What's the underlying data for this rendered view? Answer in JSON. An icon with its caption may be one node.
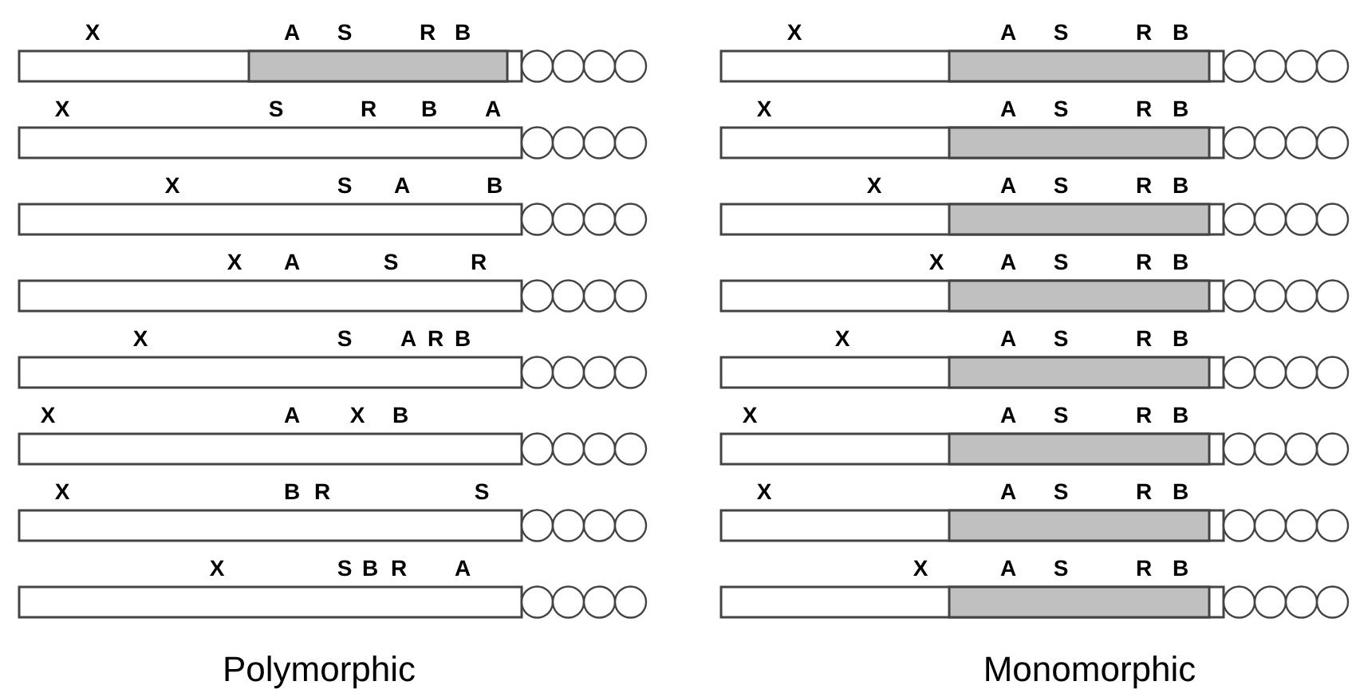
{
  "diagram": {
    "labels": [
      "X",
      "A",
      "S",
      "R",
      "B",
      "X",
      "S",
      "R",
      "B",
      "A",
      "X",
      "S",
      "A",
      "B",
      "X",
      "A",
      "S",
      "R",
      "X",
      "S",
      "A",
      "R",
      "B",
      "X",
      "A",
      "X",
      "B",
      "X",
      "B",
      "R",
      "S",
      "X",
      "S",
      "B",
      "R",
      "A",
      "Polymorphic",
      "X",
      "A",
      "S",
      "R",
      "B",
      "X",
      "A",
      "S",
      "R",
      "B",
      "X",
      "A",
      "S",
      "R",
      "B",
      "X",
      "A",
      "S",
      "R",
      "B",
      "X",
      "A",
      "S",
      "R",
      "B",
      "X",
      "A",
      "S",
      "R",
      "B",
      "X",
      "A",
      "S",
      "R",
      "B",
      "X",
      "A",
      "S",
      "R",
      "B",
      "Monomorphic"
    ]
  }
}
